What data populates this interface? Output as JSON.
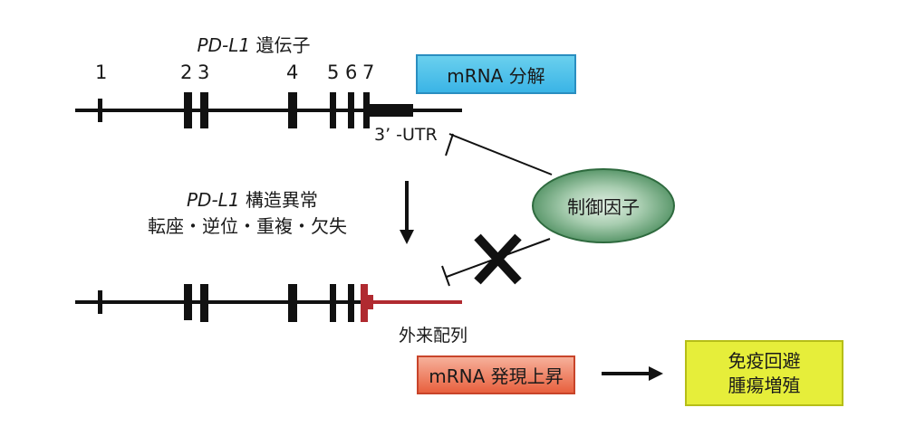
{
  "gene_title": {
    "italic": "PD-L1",
    "text": " 遺伝子"
  },
  "exon_numbers": [
    "1",
    "2",
    "3",
    "4",
    "5",
    "6",
    "7"
  ],
  "utr_label": "3’ -UTR",
  "mrna_decay": "mRNA 分解",
  "regulator": "制御因子",
  "structural_variation": {
    "italic": "PD-L1",
    "text": " 構造異常"
  },
  "variation_types": "転座・逆位・重複・欠失",
  "foreign_sequence": "外来配列",
  "mrna_upregulation": "mRNA 発現上昇",
  "outcome": [
    "免疫回避",
    "腫瘍増殖"
  ],
  "colors": {
    "decay_box": "#45bdea",
    "upregulation_box": "#ec6a48",
    "outcome_box": "#e6ee3a",
    "regulator": "#3f7f52",
    "foreign_sequence": "#b02a30",
    "gene_line": "#111111"
  }
}
